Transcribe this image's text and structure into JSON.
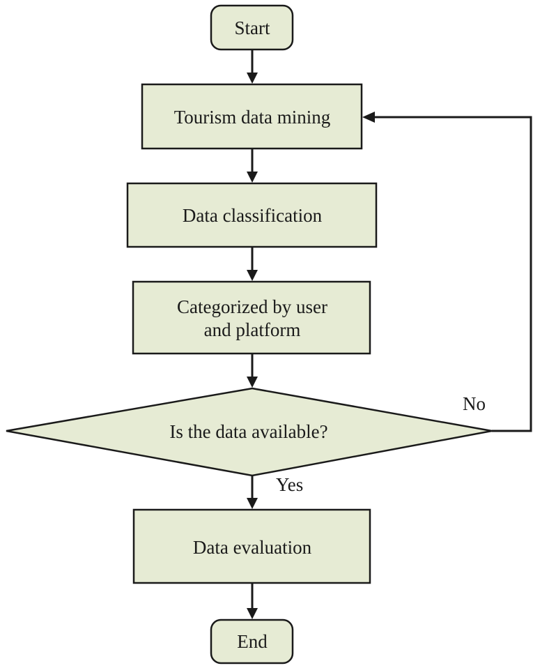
{
  "colors": {
    "node_fill": "#e6ebd4",
    "stroke": "#1a1a1a",
    "background": "#ffffff"
  },
  "nodes": {
    "start": {
      "label": "Start"
    },
    "mining": {
      "label": "Tourism data mining"
    },
    "classification": {
      "label": "Data classification"
    },
    "categorized": {
      "line1": "Categorized by user",
      "line2": "and platform"
    },
    "decision": {
      "label": "Is the data available?"
    },
    "evaluation": {
      "label": "Data evaluation"
    },
    "end": {
      "label": "End"
    }
  },
  "edges": {
    "no_label": "No",
    "yes_label": "Yes"
  }
}
